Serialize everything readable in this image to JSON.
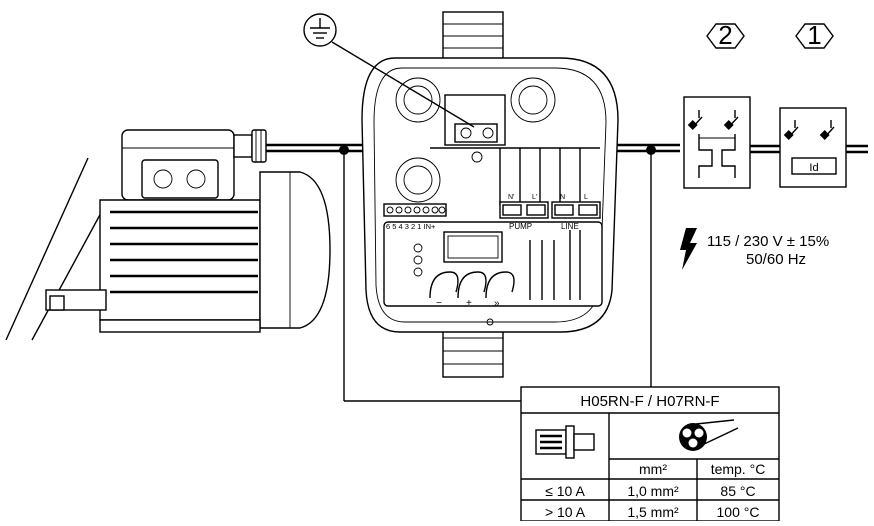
{
  "breakers": {
    "breaker_1_number": "1",
    "breaker_2_number": "2",
    "differential_label": "Id"
  },
  "supply": {
    "voltage": "115 / 230 V ± 15%",
    "frequency": "50/60 Hz"
  },
  "controller": {
    "pump_label": "PUMP",
    "line_label": "LINE",
    "terminal_n_prime": "N'",
    "terminal_l_prime": "L'",
    "terminal_n": "N",
    "terminal_l": "L",
    "signal_terminals": "6 5 4 3 2 1 IN+",
    "minus_symbol": "−",
    "plus_symbol": "+",
    "forward_symbol": "»"
  },
  "cable_table": {
    "title": "H05RN-F / H07RN-F",
    "col_section": "mm²",
    "col_temp": "temp. °C",
    "rows": [
      {
        "current": "≤ 10 A",
        "section": "1,0 mm²",
        "temp": "85 °C"
      },
      {
        "current": "> 10 A",
        "section": "1,5 mm²",
        "temp": "100 °C"
      }
    ]
  },
  "colors": {
    "line": "#000000",
    "background": "#ffffff"
  },
  "icons": [
    "ground-icon",
    "lightning-icon",
    "pump-icon",
    "cable-section-icon"
  ]
}
